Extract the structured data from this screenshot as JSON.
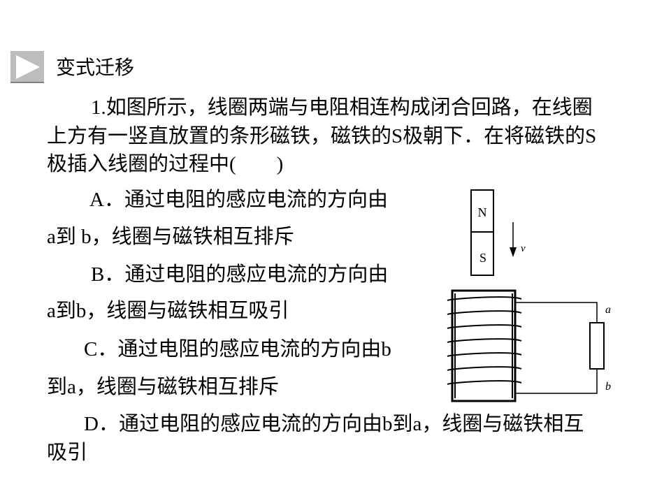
{
  "section": {
    "title": "变式迁移",
    "icon": "play-icon"
  },
  "question": {
    "lines": [
      "1.如图所示，线圈两端与电阻相连构成闭合回路，在线圈",
      "上方有一竖直放置的条形磁铁，磁铁的S极朝下．在将磁铁的S",
      "极插入线圈的过程中(　　)"
    ]
  },
  "options": {
    "a_line1": "A．通过电阻的感应电流的方向由",
    "a_line2": "a到 b，线圈与磁铁相互排斥",
    "b_line1": "B．通过电阻的感应电流的方向由",
    "b_line2": "a到b，线圈与磁铁相互吸引",
    "c_line1": "C．通过电阻的感应电流的方向由b",
    "c_line2": "到a，线圈与磁铁相互排斥",
    "d_line1": "D．通过电阻的感应电流的方向由b到a，线圈与磁铁相互",
    "d_line2": "吸引"
  },
  "figure": {
    "magnet_top": "N",
    "magnet_bottom": "S",
    "velocity": "v",
    "terminal_top": "a",
    "terminal_bottom": "b"
  }
}
